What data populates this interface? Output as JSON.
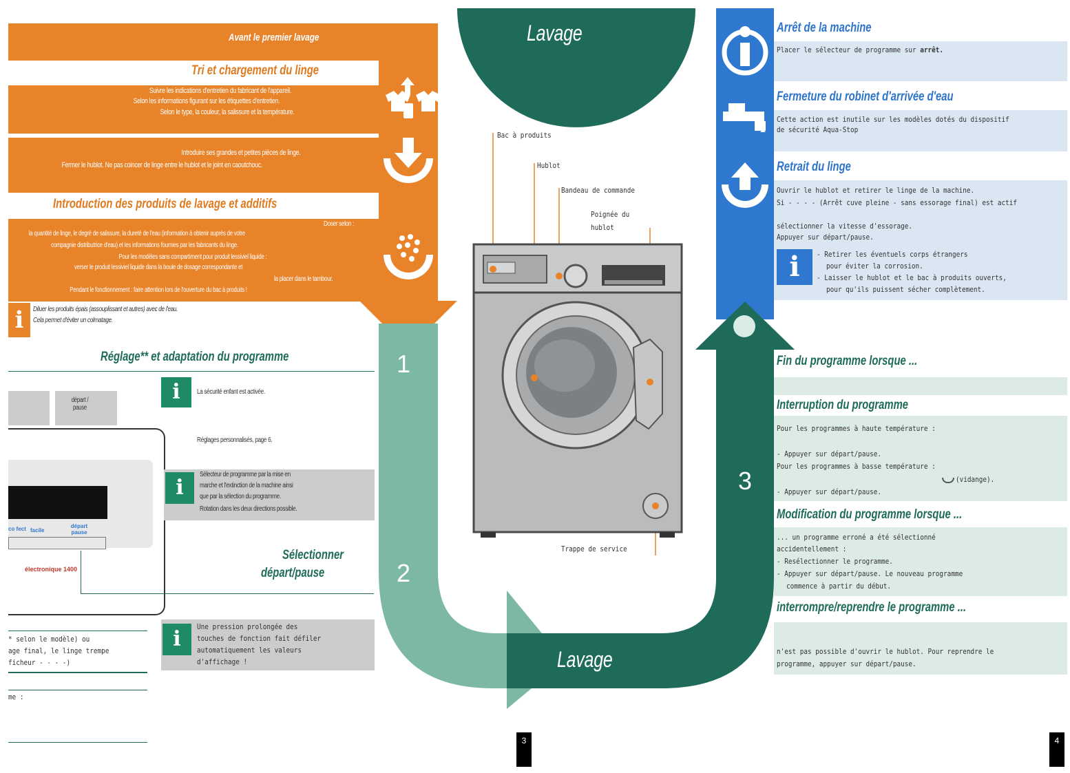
{
  "left_page": {
    "header_band": "Avant le premier lavage",
    "sort_title": "Tri et chargement du linge",
    "sort_lines": [
      "Suivre les indications d'entretien du fabricant de l'appareil.",
      "Selon les informations figurant sur les étiquettes d'entretien.",
      "Selon le type, la couleur, la salissure et la température."
    ],
    "load_lines": [
      "Introduire ses grandes et petites pièces de linge.",
      "Fermer le hublot. Ne pas coincer de linge entre le hublot et le joint en caoutchouc."
    ],
    "products_title": "Introduction des produits de lavage et additifs",
    "products_dose": "Doser selon :",
    "products_lines": [
      "la quantité de linge, le degré de salissure, la dureté de l'eau (information à obtenir auprès de votre",
      "compagnie distributrice d'eau) et les informations fournies par les fabricants du linge.",
      "Pour les modèles sans compartiment pour produit lessiviel liquide :",
      "verser le produit lessiviel liquide dans la boule de dosage correspondante et",
      "la placer dans le tambour.",
      "Pendant le fonctionnement : faire attention lors de l'ouverture du bac à produits !"
    ],
    "info_note_lines": [
      "Diluer les produits épais (assouplissant et autres) avec de l'eau.",
      "Cela permet d'éviter un colmatage."
    ],
    "program_title": "Réglage** et adaptation du programme",
    "panel_button_1": "départ / pause",
    "info_1": "La sécurité enfant est activée.",
    "ref_text": "Réglages personnalisés, page 6.",
    "info_2_lines": [
      "Sélecteur de programme par la mise en",
      "marche et l'extinction de la machine ainsi",
      "que par la sélection du programme.",
      "Rotation dans les deux directions possible."
    ],
    "panel_btn_a": "co fect",
    "panel_btn_b": "facile",
    "panel_btn_c": "départ pause",
    "panel_brand": "électronique  1400",
    "select_title_1": "Sélectionner",
    "select_title_2": "départ/pause",
    "info_3_lines": [
      "Une pression prolongée des",
      "touches de fonction fait défiler",
      "automatiquement les valeurs",
      "d'affichage !"
    ],
    "bottom_lines": [
      "* selon le modèle) ou",
      "age final, le linge trempe",
      "ficheur - - - -)"
    ],
    "bottom_line_2": "me :",
    "page_number": "3"
  },
  "center": {
    "top_title": "Lavage",
    "bottom_title": "Lavage",
    "step_1": "1",
    "step_2": "2",
    "step_3": "3",
    "labels": {
      "bac": "Bac à produits",
      "hublot": "Hublot",
      "bandeau": "Bandeau de commande",
      "poignee_1": "Poignée du",
      "poignee_2": "hublot",
      "trappe": "Trappe de service"
    }
  },
  "right_page": {
    "stop_title": "Arrêt de la machine",
    "stop_text_prefix": "Placer le sélecteur de programme sur ",
    "stop_text_bold": "arrêt.",
    "tap_title": "Fermeture du robinet d'arrivée d'eau",
    "tap_lines": [
      "Cette action est inutile sur les modèles dotés du dispositif",
      "de sécurité Aqua-Stop"
    ],
    "remove_title": "Retrait du linge",
    "remove_lines": [
      "Ouvrir le hublot et retirer le linge de la machine.",
      "Si - - - - (Arrêt cuve pleine - sans essorage final) est actif"
    ],
    "speed_line": "sélectionner la vitesse d'essorage.",
    "speed_press": "Appuyer sur départ/pause.",
    "remove_info_lines": [
      "- Retirer les éventuels corps étrangers",
      "pour éviter la corrosion.",
      "- Laisser le hublot et le bac à produits ouverts,",
      "pour qu'ils puissent sécher complètement."
    ],
    "end_title": "Fin du programme lorsque ...",
    "interrupt_title": "Interruption du programme",
    "interrupt_lines": [
      "Pour les programmes à haute température :",
      "- Appuyer sur départ/pause.",
      "Pour les programmes à basse température :",
      "- Appuyer sur départ/pause."
    ],
    "vidange": "(vidange).",
    "modify_title": "Modification du programme lorsque ...",
    "modify_lines": [
      "... un programme erroné a été sélectionné",
      "accidentellement :",
      "- Resélectionner le programme.",
      "- Appuyer sur départ/pause. Le nouveau programme",
      "commence à partir du début."
    ],
    "pause_title": "interrompre/reprendre le programme ...",
    "pause_lines": [
      "n'est pas possible d'ouvrir le hublot. Pour reprendre le",
      "programme, appuyer sur départ/pause."
    ],
    "page_number": "4"
  },
  "colors": {
    "orange": "#e8832a",
    "blue": "#2f78cf",
    "green": "#1d6b58",
    "mint": "#7db8a5",
    "info_green": "#1f8a66"
  }
}
